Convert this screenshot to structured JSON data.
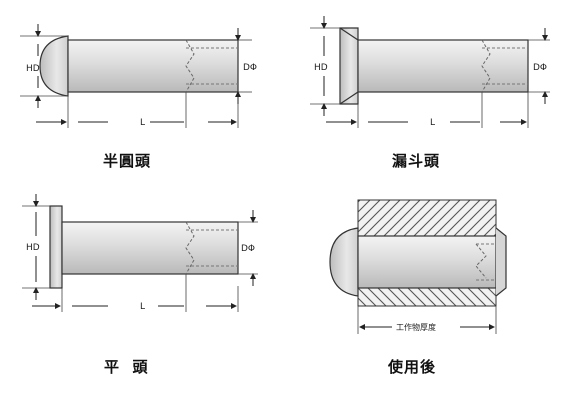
{
  "labels": {
    "head_height": "HD",
    "length": "L",
    "diameter": "DΦ",
    "work_thickness": "工作物厚度"
  },
  "captions": {
    "round_head": "半圓頭",
    "countersunk_head": "漏斗頭",
    "flat_head": "平  頭",
    "after_use": "使用後"
  }
}
